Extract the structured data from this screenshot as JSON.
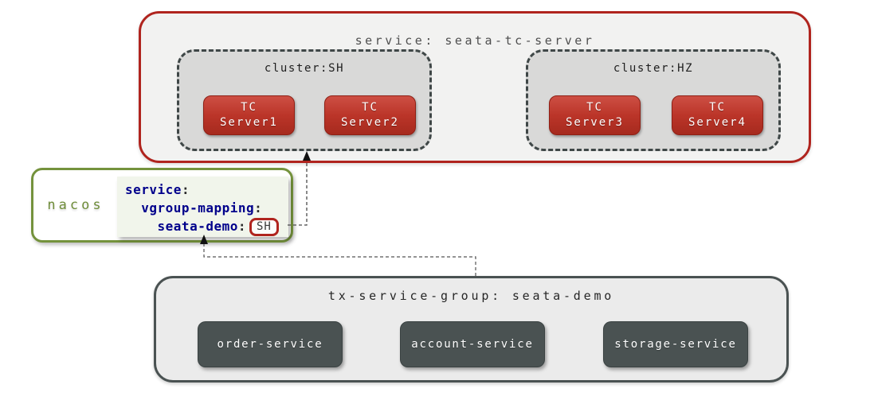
{
  "colors": {
    "red_accent": "#b0241e",
    "green_accent": "#74923c",
    "dark_slate": "#4a5252",
    "navy_key": "#00008b",
    "cluster_fill": "#d9d9d8",
    "outer_fill": "#f2f2f1",
    "tx_fill": "#ebebeb",
    "yaml_fill": "#f1f5eb"
  },
  "tc_server_group": {
    "title": "service: seata-tc-server",
    "clusters": [
      {
        "title": "cluster:SH",
        "servers": [
          {
            "line1": "TC",
            "line2": "Server1"
          },
          {
            "line1": "TC",
            "line2": "Server2"
          }
        ]
      },
      {
        "title": "cluster:HZ",
        "servers": [
          {
            "line1": "TC",
            "line2": "Server3"
          },
          {
            "line1": "TC",
            "line2": "Server4"
          }
        ]
      }
    ]
  },
  "nacos": {
    "label": "nacos",
    "yaml": {
      "lines": [
        {
          "indent": "",
          "key": "service",
          "colon": ":"
        },
        {
          "indent": "  ",
          "key": "vgroup-mapping",
          "colon": ":"
        },
        {
          "indent": "    ",
          "key": "seata-demo",
          "colon": ":",
          "value": "SH"
        }
      ]
    }
  },
  "service_group": {
    "title": "tx-service-group: seata-demo",
    "services": [
      {
        "label": "order-service"
      },
      {
        "label": "account-service"
      },
      {
        "label": "storage-service"
      }
    ]
  }
}
